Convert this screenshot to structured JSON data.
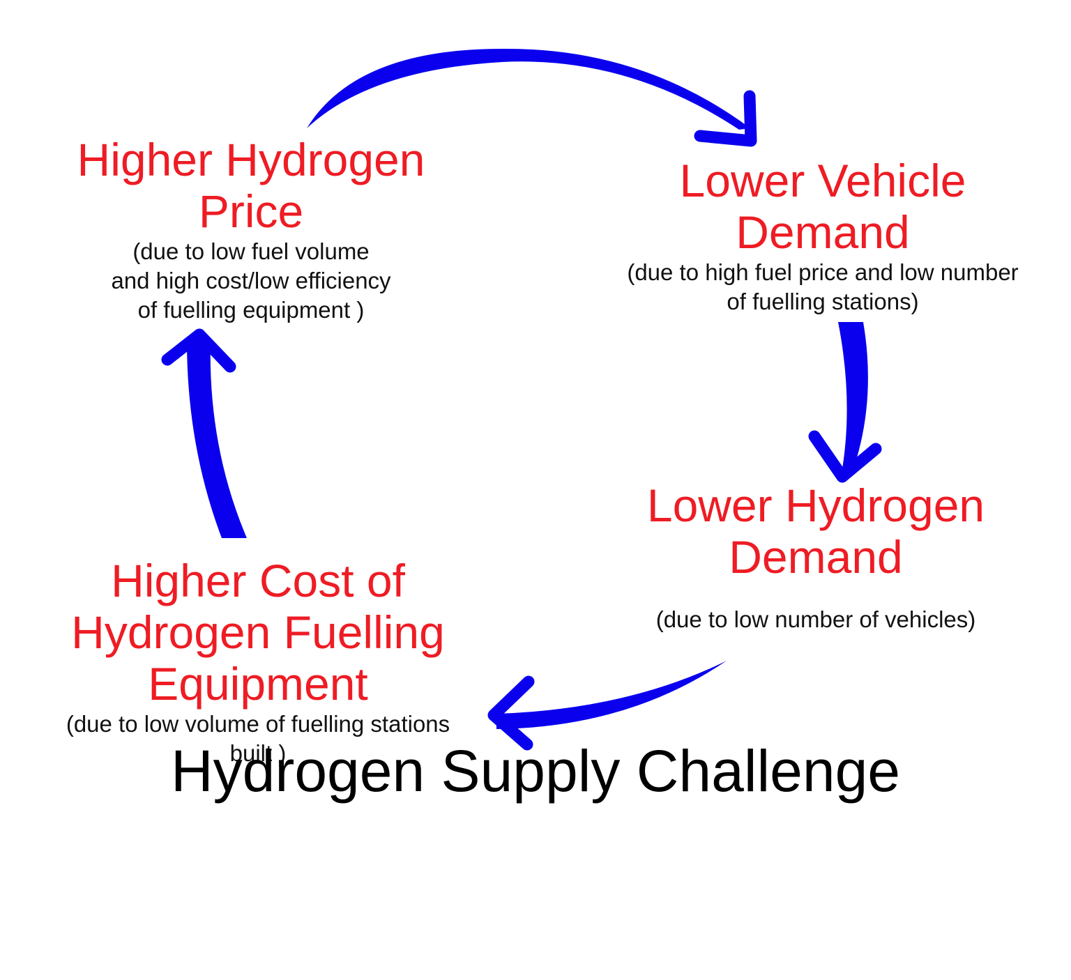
{
  "colors": {
    "arrow": "#0a00ee",
    "heading": "#ee1c24",
    "text": "#111111",
    "background": "#ffffff"
  },
  "title": "Hydrogen Supply Challenge",
  "nodes": {
    "top_left": {
      "heading": [
        "Higher Hydrogen",
        "Price"
      ],
      "note": [
        "(due to low fuel volume",
        "and high cost/low efficiency",
        "of fuelling equipment )"
      ]
    },
    "top_right": {
      "heading": [
        "Lower Vehicle",
        "Demand"
      ],
      "note": [
        "(due to high fuel price and low number",
        "of fuelling stations)"
      ]
    },
    "bottom_right": {
      "heading": [
        "Lower Hydrogen",
        "Demand"
      ],
      "note": [
        "(due to low number of vehicles)"
      ]
    },
    "bottom_left": {
      "heading": [
        "Higher Cost of",
        "Hydrogen Fuelling",
        "Equipment"
      ],
      "note": [
        "(due to low volume of fuelling stations",
        "built )"
      ]
    }
  },
  "arrows": [
    {
      "from": "top_left",
      "to": "top_right",
      "icon": "curved-arrow"
    },
    {
      "from": "top_right",
      "to": "bottom_right",
      "icon": "curved-arrow"
    },
    {
      "from": "bottom_right",
      "to": "bottom_left",
      "icon": "curved-arrow"
    },
    {
      "from": "bottom_left",
      "to": "top_left",
      "icon": "curved-arrow"
    }
  ]
}
